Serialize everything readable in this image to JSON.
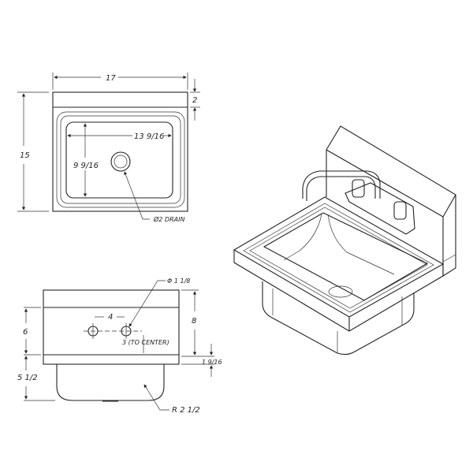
{
  "top_view": {
    "width_dim": "17",
    "depth_dim": "15",
    "splash_dim": "2",
    "bowl_width_dim": "13 9/16",
    "bowl_depth_dim": "9 9/16",
    "drain_label": "Ø2 DRAIN"
  },
  "front_view": {
    "hole_dia": "Φ 1 1/8",
    "hole_spacing": "4",
    "hole_height": "3 (TO CENTER)",
    "height_dim": "6",
    "splash_height": "8",
    "rim_dim": "1 9/16",
    "bowl_depth": "5 1/2",
    "radius": "R 2 1/2"
  }
}
